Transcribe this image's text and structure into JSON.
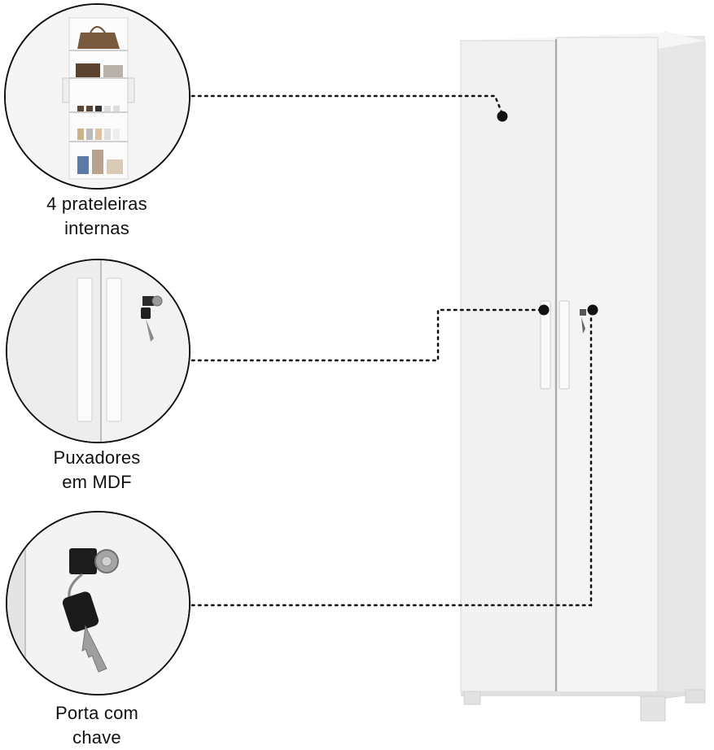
{
  "features": [
    {
      "name": "shelves",
      "caption_line1": "4 prateleiras",
      "caption_line2": "internas"
    },
    {
      "name": "handles",
      "caption_line1": "Puxadores",
      "caption_line2": "em MDF"
    },
    {
      "name": "lock",
      "caption_line1": "Porta com",
      "caption_line2": "chave"
    }
  ],
  "colors": {
    "cabinet_white": "#f3f3f3",
    "cabinet_side": "#e6e6e6",
    "outline": "#111111",
    "dotted_line": "#111111"
  }
}
